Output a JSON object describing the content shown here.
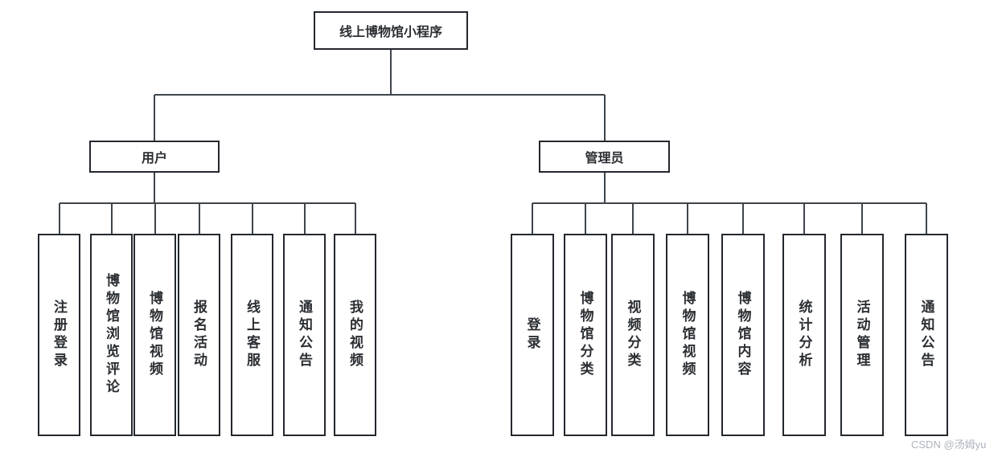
{
  "diagram": {
    "root_label": "线上博物馆小程序",
    "user": {
      "label": "用户",
      "children": [
        "注册登录",
        "博物馆浏览评论",
        "博物馆视频",
        "报名活动",
        "线上客服",
        "通知公告",
        "我的视频"
      ]
    },
    "admin": {
      "label": "管理员",
      "children": [
        "登录",
        "博物馆分类",
        "视频分类",
        "博物馆视频",
        "博物馆内容",
        "统计分析",
        "活动管理",
        "通知公告"
      ]
    },
    "colors": {
      "border": "#23282e",
      "line": "#3f454b",
      "text": "#2b2f33",
      "watermark": "#adb3bd"
    }
  },
  "watermark_text": "CSDN @汤姆yu"
}
